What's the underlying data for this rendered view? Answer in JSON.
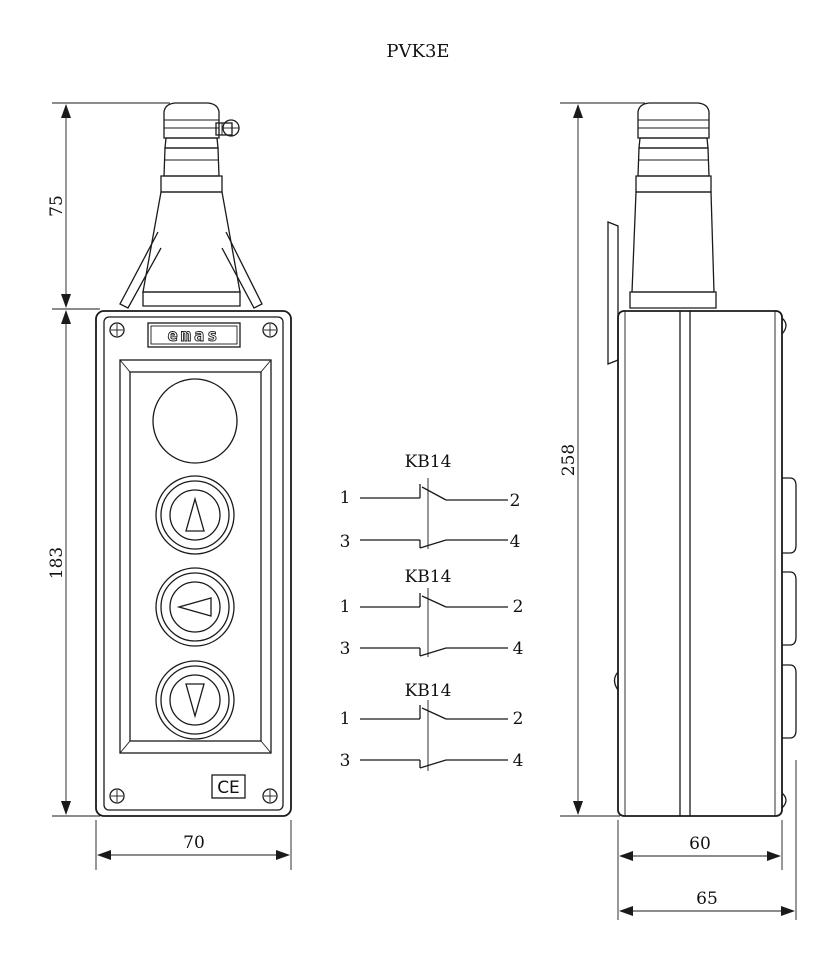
{
  "title": "PVK3E",
  "brand": "emas",
  "mark": "CE",
  "dimensions": {
    "cable_gland_height": "75",
    "body_height": "183",
    "body_width": "70",
    "total_height": "258",
    "side_depth": "60",
    "side_depth_total": "65"
  },
  "contact_blocks": [
    {
      "name": "KB14",
      "terminals": [
        "1",
        "2",
        "3",
        "4"
      ]
    },
    {
      "name": "KB14",
      "terminals": [
        "1",
        "2",
        "3",
        "4"
      ]
    },
    {
      "name": "KB14",
      "terminals": [
        "1",
        "2",
        "3",
        "4"
      ]
    }
  ],
  "buttons": [
    "arrow-up",
    "arrow-left",
    "arrow-down"
  ]
}
